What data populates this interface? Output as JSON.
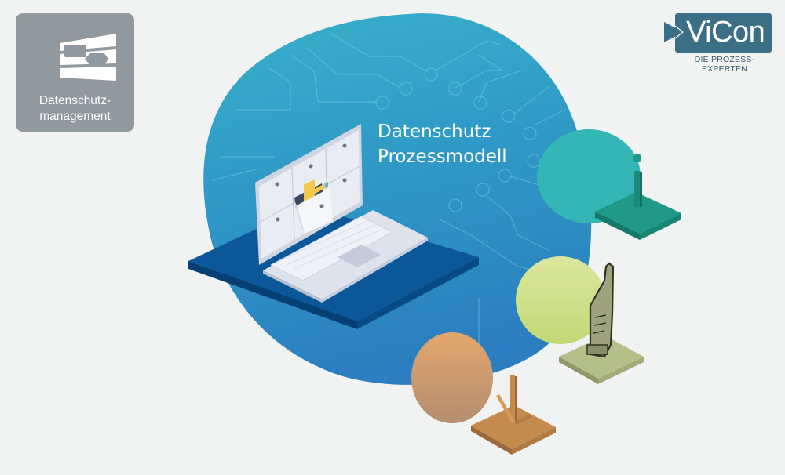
{
  "module_tile": {
    "label_line1": "Datenschutz-",
    "label_line2": "management",
    "icon": "data-protection-module-icon",
    "color": "#8f999f"
  },
  "brand": {
    "name": "ViCon",
    "tagline": "DIE PROZESS-EXPERTEN",
    "color": "#3b6f86"
  },
  "hero": {
    "title_line1": "Datenschutz",
    "title_line2": "Prozessmodell",
    "blob_color_top": "#36aecb",
    "blob_color_bottom": "#2d7fc0"
  },
  "illustration": {
    "laptop": "laptop-with-file-cabinet-icon",
    "markers": [
      {
        "name": "info-marker",
        "icon": "info-i-icon",
        "color": "#1f9a88"
      },
      {
        "name": "pointing-finger-marker",
        "icon": "pointing-hand-icon",
        "color": "#b5bf8a"
      },
      {
        "name": "checkmark-marker",
        "icon": "check-icon",
        "color": "#c48a4e"
      }
    ]
  }
}
